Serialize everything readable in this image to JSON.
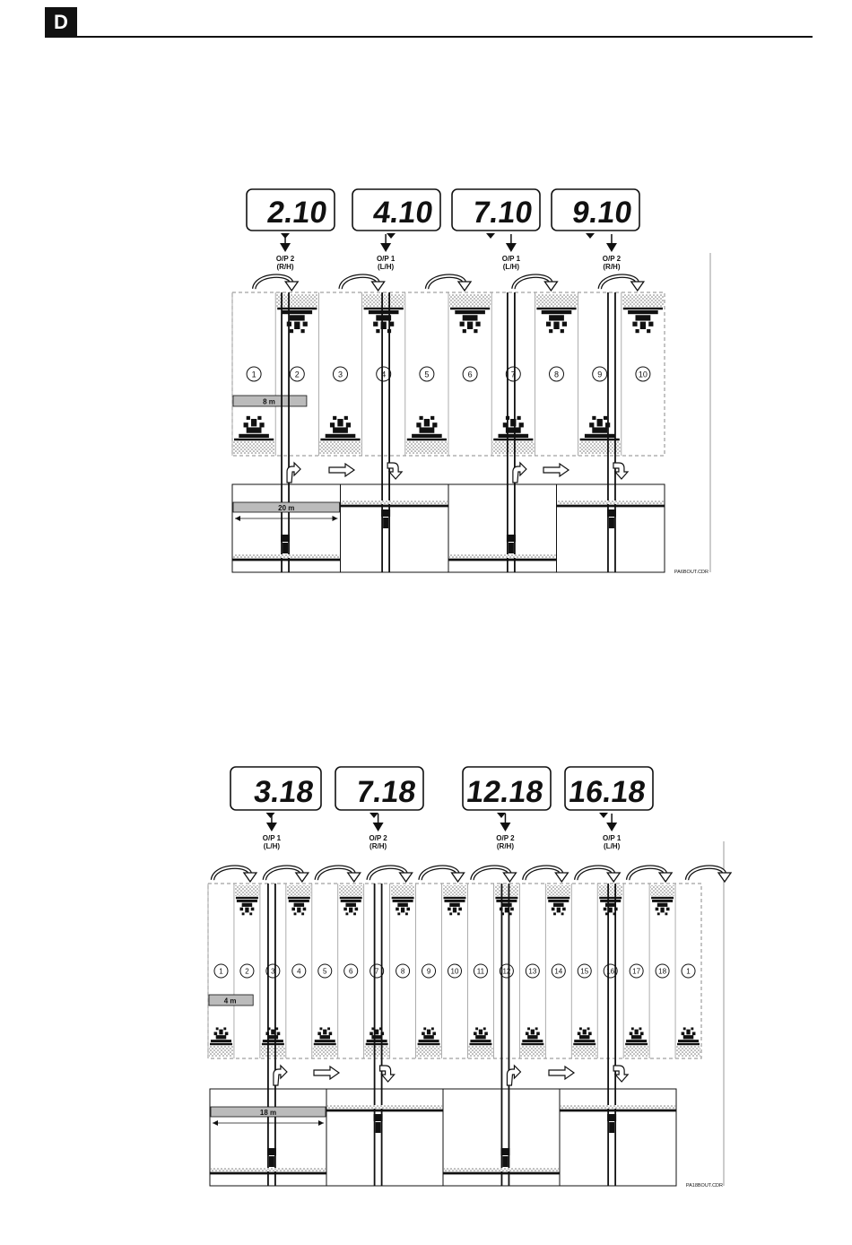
{
  "header": {
    "section_letter": "D"
  },
  "diagrams": [
    {
      "lcd": [
        "2.10",
        "4.10",
        "7.10",
        "9.10"
      ],
      "outputs": [
        {
          "line1": "O/P 2",
          "line2": "(R/H)"
        },
        {
          "line1": "O/P 1",
          "line2": "(L/H)"
        },
        {
          "line1": "O/P 1",
          "line2": "(L/H)"
        },
        {
          "line1": "O/P 2",
          "line2": "(R/H)"
        }
      ],
      "lane_numbers": [
        "1",
        "2",
        "3",
        "4",
        "5",
        "6",
        "7",
        "8",
        "9",
        "10"
      ],
      "bout_width": "8 m",
      "tramline_width": "20 m",
      "figure_code": "PA6BOUT.CDR"
    },
    {
      "lcd": [
        "3.18",
        "7.18",
        "12.18",
        "16.18"
      ],
      "outputs": [
        {
          "line1": "O/P 1",
          "line2": "(L/H)"
        },
        {
          "line1": "O/P 2",
          "line2": "(R/H)"
        },
        {
          "line1": "O/P 2",
          "line2": "(R/H)"
        },
        {
          "line1": "O/P 1",
          "line2": "(L/H)"
        }
      ],
      "lane_numbers": [
        "1",
        "2",
        "3",
        "4",
        "5",
        "6",
        "7",
        "8",
        "9",
        "10",
        "11",
        "12",
        "13",
        "14",
        "15",
        "16",
        "17",
        "18",
        "1"
      ],
      "bout_width": "4 m",
      "tramline_width": "18 m",
      "figure_code": "PA18BOUT.CDR"
    }
  ]
}
